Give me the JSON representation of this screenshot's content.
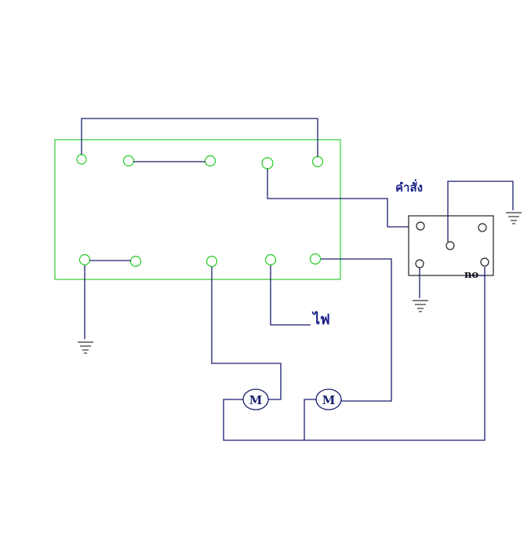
{
  "labels": {
    "command": "คำสั่ง",
    "power": "ไฟ",
    "normally_open": "no"
  },
  "motors": [
    {
      "symbol": "M"
    },
    {
      "symbol": "M"
    }
  ],
  "colors": {
    "wire": "#1a1f6e",
    "panel": "#33cc33",
    "relay_box": "#222222",
    "label_text": "#1a1f8a"
  }
}
